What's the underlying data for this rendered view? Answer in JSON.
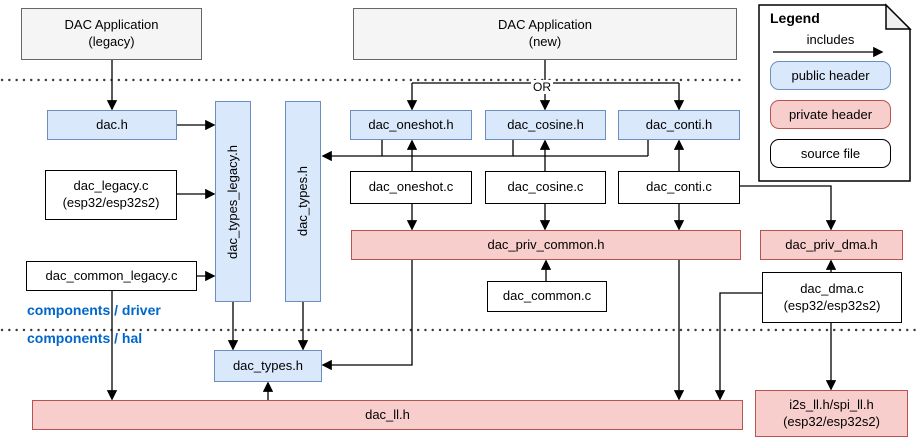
{
  "diagram": {
    "or_label": "OR",
    "section_labels": {
      "driver": "components / driver",
      "hal": "components / hal"
    },
    "nodes": {
      "app_legacy": {
        "label": "DAC Application",
        "sublabel": "(legacy)"
      },
      "app_new": {
        "label": "DAC Application",
        "sublabel": "(new)"
      },
      "dac_h": {
        "label": "dac.h"
      },
      "dac_legacy_c": {
        "label": "dac_legacy.c",
        "sublabel": "(esp32/esp32s2)"
      },
      "dac_common_legacy_c": {
        "label": "dac_common_legacy.c"
      },
      "dac_types_legacy_h": {
        "label": "dac_types_legacy.h"
      },
      "dac_types_h_driver": {
        "label": "dac_types.h"
      },
      "dac_oneshot_h": {
        "label": "dac_oneshot.h"
      },
      "dac_cosine_h": {
        "label": "dac_cosine.h"
      },
      "dac_conti_h": {
        "label": "dac_conti.h"
      },
      "dac_oneshot_c": {
        "label": "dac_oneshot.c"
      },
      "dac_cosine_c": {
        "label": "dac_cosine.c"
      },
      "dac_conti_c": {
        "label": "dac_conti.c"
      },
      "dac_priv_common_h": {
        "label": "dac_priv_common.h"
      },
      "dac_common_c": {
        "label": "dac_common.c"
      },
      "dac_priv_dma_h": {
        "label": "dac_priv_dma.h"
      },
      "dac_dma_c": {
        "label": "dac_dma.c",
        "sublabel": "(esp32/esp32s2)"
      },
      "dac_types_h_hal": {
        "label": "dac_types.h"
      },
      "dac_ll_h": {
        "label": "dac_ll.h"
      },
      "i2s_spi_ll_h": {
        "label": "i2s_ll.h/spi_ll.h",
        "sublabel": "(esp32/esp32s2)"
      }
    },
    "legend": {
      "title": "Legend",
      "includes_label": "includes",
      "items": [
        {
          "label": "public header"
        },
        {
          "label": "private header"
        },
        {
          "label": "source file"
        }
      ]
    },
    "colors": {
      "public_header_fill": "#dae8fc",
      "public_header_stroke": "#6c8ebf",
      "private_header_fill": "#f8cecc",
      "private_header_stroke": "#b85450",
      "application_fill": "#f5f5f5",
      "application_stroke": "#666666",
      "source_file_fill": "#ffffff",
      "source_file_stroke": "#000000",
      "section_label_color": "#0066cc",
      "edge_color": "#000000"
    }
  }
}
